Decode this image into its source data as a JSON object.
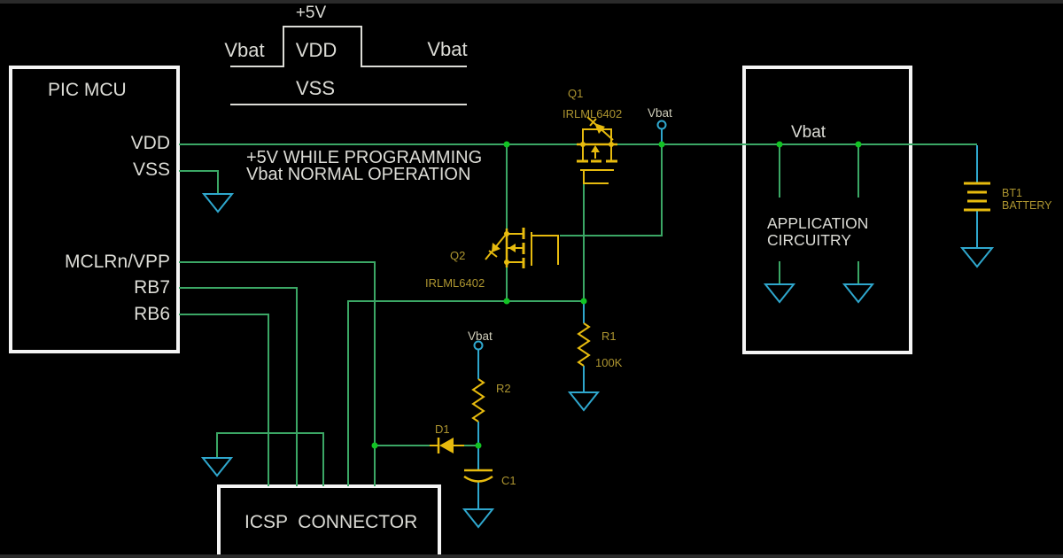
{
  "palette": {
    "background": "#000000",
    "edge_bar": "#2A2A2A",
    "wire_green": "#3BA765",
    "junction_green": "#12C324",
    "cyan": "#2FA7CD",
    "component_yellow": "#E7BB0E",
    "label_olive": "#AD9530",
    "flag_text": "#CFCDBA",
    "text_white": "#DCDCD6",
    "box_border": "#F4F4F4"
  },
  "waveform": {
    "supply_label": "+5V",
    "before_label": "Vbat",
    "high_label": "VDD",
    "after_label": "Vbat",
    "ground_label": "VSS"
  },
  "note": {
    "line1": "+5V WHILE PROGRAMMING",
    "line2": "Vbat NORMAL OPERATION"
  },
  "pic_mcu": {
    "title": "PIC MCU",
    "pins": [
      "VDD",
      "VSS",
      "MCLRn/VPP",
      "RB7",
      "RB6"
    ]
  },
  "components": {
    "q1": {
      "ref": "Q1",
      "part": "IRLML6402"
    },
    "q2": {
      "ref": "Q2",
      "part": "IRLML6402"
    },
    "r1": {
      "ref": "R1",
      "value": "100K"
    },
    "r2": {
      "ref": "R2"
    },
    "d1": {
      "ref": "D1"
    },
    "c1": {
      "ref": "C1"
    },
    "bt1": {
      "ref": "BT1",
      "value": "BATTERY"
    }
  },
  "net_labels": {
    "vbat": "Vbat"
  },
  "icsp": {
    "label": "ICSP  CONNECTOR"
  },
  "application": {
    "vbat": "Vbat",
    "line1": "APPLICATION",
    "line2": "CIRCUITRY"
  }
}
